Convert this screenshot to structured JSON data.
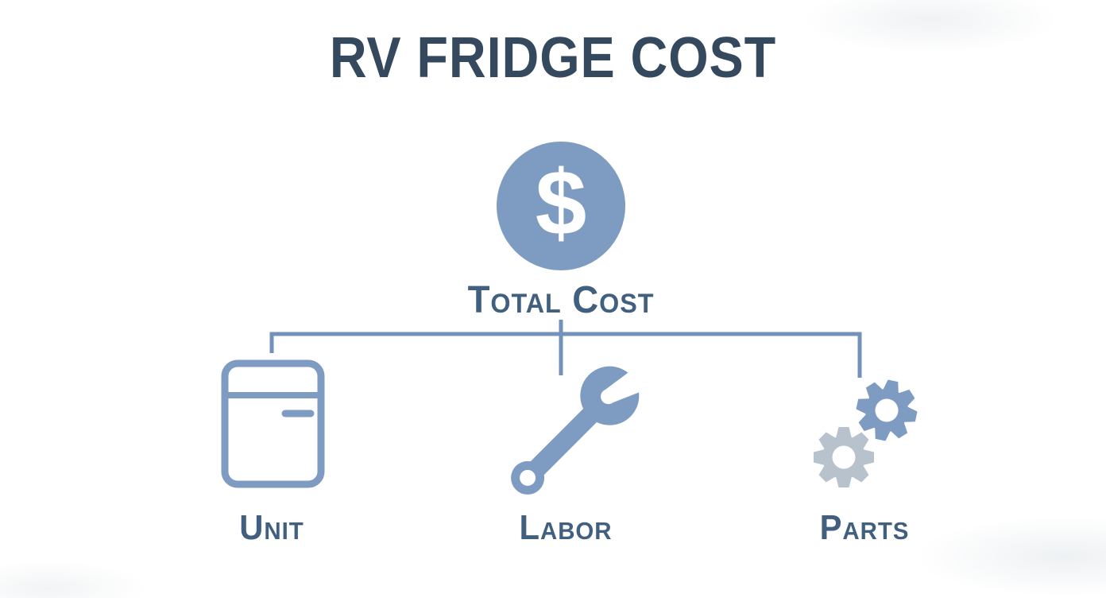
{
  "title": "RV FRIDGE COST",
  "diagram": {
    "root": {
      "label": "Total Cost",
      "icon": "dollar-circle-icon",
      "currency_symbol": "$"
    },
    "branches": [
      {
        "id": "unit",
        "label": "Unit",
        "icon": "fridge-icon"
      },
      {
        "id": "labor",
        "label": "Labor",
        "icon": "wrench-icon"
      },
      {
        "id": "parts",
        "label": "Parts",
        "icon": "gears-icon"
      }
    ]
  },
  "colors": {
    "accent_blue": "#7e9bc2",
    "connector_blue": "#7392bb",
    "title_navy": "#35495e",
    "label_blue": "#41607f",
    "gear_gray": "#b7c2cc",
    "icon_white": "#ffffff",
    "background": "#ffffff"
  }
}
